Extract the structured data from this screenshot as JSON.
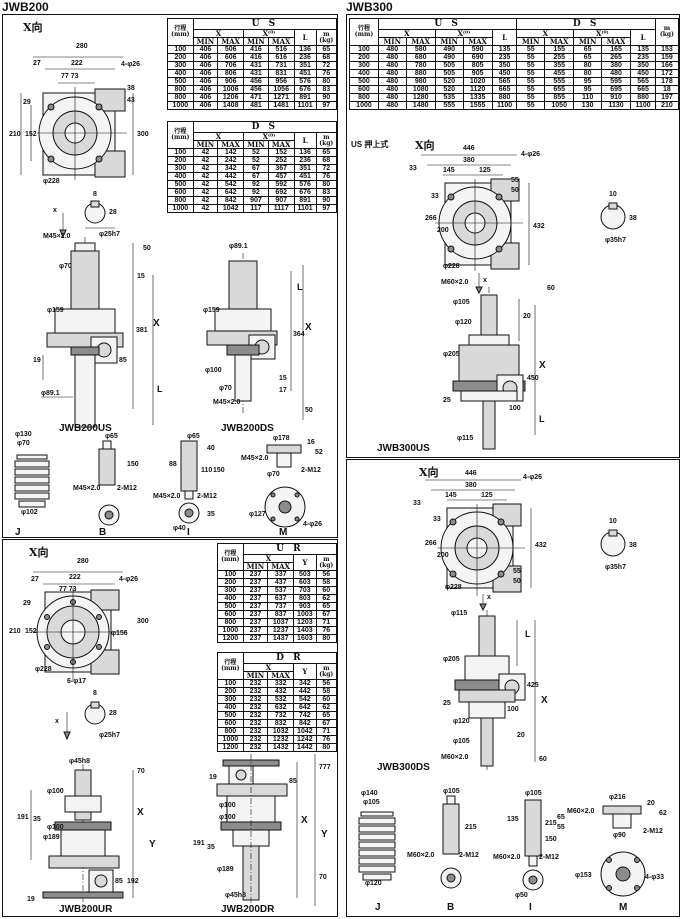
{
  "headers": {
    "left": "JWB200",
    "right": "JWB300"
  },
  "common": {
    "xview": "X向",
    "x": "X",
    "xsmall": "x",
    "L": "L",
    "Y": "Y"
  },
  "jwb200": {
    "top_dims": {
      "w280": "280",
      "w222": "222",
      "w27": "27",
      "w77": "77",
      "w73": "73",
      "bolt": "4-φ26",
      "h29": "29",
      "h210": "210",
      "h152": "152",
      "h300": "300",
      "h38": "38",
      "h43": "43",
      "d228": "φ228",
      "k8": "8",
      "k28": "28",
      "shaft": "φ25h7"
    },
    "us_table": {
      "title_top": "U S",
      "title_bottom": "D S",
      "h_stroke": "行程",
      "h_mm": "(mm)",
      "h_x": "X",
      "h_xo": "X⁽⁰⁾",
      "h_min": "MIN",
      "h_max": "MAX",
      "h_L": "L",
      "h_m": "m",
      "h_kg": "(kg)",
      "rows": [
        [
          "100",
          "406",
          "506",
          "416",
          "516",
          "136",
          "65"
        ],
        [
          "200",
          "406",
          "606",
          "416",
          "616",
          "236",
          "68"
        ],
        [
          "300",
          "406",
          "706",
          "431",
          "731",
          "351",
          "72"
        ],
        [
          "400",
          "406",
          "806",
          "431",
          "831",
          "451",
          "76"
        ],
        [
          "500",
          "406",
          "906",
          "456",
          "956",
          "576",
          "80"
        ],
        [
          "800",
          "406",
          "1006",
          "456",
          "1056",
          "676",
          "83"
        ],
        [
          "800",
          "406",
          "1206",
          "471",
          "1271",
          "891",
          "90"
        ],
        [
          "1000",
          "406",
          "1408",
          "481",
          "1481",
          "1101",
          "97"
        ]
      ]
    },
    "ds_table": {
      "rows": [
        [
          "100",
          "42",
          "142",
          "52",
          "152",
          "136",
          "65"
        ],
        [
          "200",
          "42",
          "242",
          "52",
          "252",
          "236",
          "68"
        ],
        [
          "300",
          "42",
          "342",
          "67",
          "367",
          "351",
          "72"
        ],
        [
          "400",
          "42",
          "442",
          "67",
          "457",
          "451",
          "76"
        ],
        [
          "500",
          "42",
          "542",
          "92",
          "592",
          "576",
          "80"
        ],
        [
          "600",
          "42",
          "642",
          "92",
          "692",
          "676",
          "83"
        ],
        [
          "800",
          "42",
          "842",
          "907",
          "907",
          "891",
          "90"
        ],
        [
          "1000",
          "42",
          "1042",
          "117",
          "1117",
          "1101",
          "97"
        ]
      ]
    },
    "us_drawing": {
      "thread": "M45×2.0",
      "d70": "φ70",
      "d159": "φ159",
      "d891": "φ89.1",
      "h50": "50",
      "h15": "15",
      "h381": "381",
      "h19": "19",
      "h85": "85",
      "caption": "JWB200US"
    },
    "ds_drawing": {
      "d891": "φ89.1",
      "d159": "φ159",
      "d100": "φ100",
      "d70": "φ70",
      "thread": "M45×2.0",
      "h364": "364",
      "h15": "15",
      "h17": "17",
      "h50": "50",
      "caption": "JWB200DS"
    },
    "acc": {
      "j_d130": "φ130",
      "j_d70": "φ70",
      "j_d102": "φ102",
      "b_d65": "φ65",
      "b_h150": "150",
      "b_thread": "M45×2.0",
      "b_bolt": "2-M12",
      "i_d65": "φ65",
      "i_h88": "88",
      "i_h40": "40",
      "i_h110": "110",
      "i_h150": "150",
      "i_thread": "M45×2.0",
      "i_bolt": "2-M12",
      "i_d40": "φ40",
      "i_h35": "35",
      "m_d178": "φ178",
      "m_h16": "16",
      "m_h52": "52",
      "m_thread": "M45×2.0",
      "m_bolt": "2-M12",
      "m_d70": "φ70",
      "m_d127": "φ127",
      "m_holes": "4-φ26",
      "J": "J",
      "B": "B",
      "I": "I",
      "M": "M"
    },
    "ur_top_dims": {
      "w280": "280",
      "w222": "222",
      "w27": "27",
      "w77": "77",
      "w73": "73",
      "bolt": "4-φ26",
      "h29": "29",
      "h210": "210",
      "h152": "152",
      "h300": "300",
      "d156": "φ156",
      "d228": "φ228",
      "holes6": "6-φ17",
      "k8": "8",
      "k28": "28",
      "shaft": "φ25h7"
    },
    "ur_table": {
      "title_top": "U R",
      "title_bottom": "D R",
      "h_stroke": "行程",
      "h_mm": "(mm)",
      "h_x": "X",
      "h_min": "MIN",
      "h_max": "MAX",
      "h_y": "Y",
      "h_m": "m",
      "h_kg": "(kg)",
      "rows": [
        [
          "100",
          "237",
          "337",
          "503",
          "56"
        ],
        [
          "200",
          "237",
          "437",
          "603",
          "58"
        ],
        [
          "300",
          "237",
          "537",
          "703",
          "60"
        ],
        [
          "400",
          "237",
          "637",
          "803",
          "62"
        ],
        [
          "500",
          "237",
          "737",
          "903",
          "65"
        ],
        [
          "600",
          "237",
          "837",
          "1003",
          "67"
        ],
        [
          "800",
          "237",
          "1037",
          "1203",
          "71"
        ],
        [
          "1000",
          "237",
          "1237",
          "1403",
          "76"
        ],
        [
          "1200",
          "237",
          "1437",
          "1603",
          "80"
        ]
      ]
    },
    "dr_table": {
      "rows": [
        [
          "100",
          "232",
          "332",
          "342",
          "56"
        ],
        [
          "200",
          "232",
          "432",
          "442",
          "58"
        ],
        [
          "300",
          "232",
          "532",
          "542",
          "60"
        ],
        [
          "400",
          "232",
          "632",
          "642",
          "62"
        ],
        [
          "500",
          "232",
          "732",
          "742",
          "65"
        ],
        [
          "600",
          "232",
          "832",
          "842",
          "67"
        ],
        [
          "800",
          "232",
          "1032",
          "1042",
          "71"
        ],
        [
          "1000",
          "232",
          "1232",
          "1242",
          "76"
        ],
        [
          "1200",
          "232",
          "1432",
          "1442",
          "80"
        ]
      ]
    },
    "ur_drawing": {
      "shaft": "φ45h8",
      "d100": "φ100",
      "d100b": "φ100",
      "d189": "φ189",
      "h70": "70",
      "h191": "191",
      "h35": "35",
      "h19": "19",
      "h85": "85",
      "h192": "192",
      "caption": "JWB200UR"
    },
    "dr_drawing": {
      "d100": "φ100",
      "d100b": "φ100",
      "d189": "φ189",
      "shaft": "φ45h8",
      "h19": "19",
      "h85": "85",
      "h777": "777",
      "h191": "191",
      "h35": "35",
      "h70": "70",
      "caption": "JWB200DR"
    }
  },
  "jwb300": {
    "table": {
      "title_us": "U S",
      "title_ds": "D S",
      "h_stroke": "行程",
      "h_mm": "(mm)",
      "h_x": "X",
      "h_xo": "X⁽⁰⁾",
      "h_min": "MIN",
      "h_max": "MAX",
      "h_L": "L",
      "h_m": "m",
      "h_kg": "(kg)",
      "rows": [
        [
          "100",
          "480",
          "580",
          "490",
          "590",
          "135",
          "55",
          "155",
          "65",
          "165",
          "135",
          "153"
        ],
        [
          "200",
          "480",
          "680",
          "490",
          "690",
          "235",
          "55",
          "255",
          "65",
          "265",
          "235",
          "159"
        ],
        [
          "300",
          "480",
          "780",
          "505",
          "805",
          "350",
          "55",
          "355",
          "80",
          "380",
          "350",
          "166"
        ],
        [
          "400",
          "480",
          "880",
          "505",
          "905",
          "450",
          "55",
          "455",
          "80",
          "480",
          "450",
          "172"
        ],
        [
          "500",
          "480",
          "980",
          "520",
          "1020",
          "565",
          "55",
          "555",
          "95",
          "595",
          "565",
          "178"
        ],
        [
          "600",
          "480",
          "1080",
          "520",
          "1120",
          "665",
          "55",
          "655",
          "95",
          "695",
          "665",
          "18"
        ],
        [
          "800",
          "480",
          "1280",
          "535",
          "1335",
          "880",
          "55",
          "855",
          "110",
          "910",
          "880",
          "197"
        ],
        [
          "1000",
          "480",
          "1480",
          "555",
          "1555",
          "1100",
          "55",
          "1050",
          "130",
          "1130",
          "1100",
          "210"
        ]
      ]
    },
    "us_top": {
      "label": "US 押上式",
      "w446": "446",
      "w380": "380",
      "w145": "145",
      "w125": "125",
      "w33": "33",
      "bolt": "4-φ26",
      "h33": "33",
      "h266": "266",
      "h200": "200",
      "h432": "432",
      "h55": "55",
      "h50": "50",
      "d228": "φ228",
      "k10": "10",
      "k38": "38",
      "shaft": "φ35h7"
    },
    "us_drawing": {
      "thread": "M60×2.0",
      "d105": "φ105",
      "d120": "φ120",
      "d205": "φ205",
      "d115": "φ115",
      "h60": "60",
      "h20": "20",
      "h450": "450",
      "h25": "25",
      "h100": "100",
      "caption": "JWB300US"
    },
    "ds_top": {
      "w446": "446",
      "w380": "380",
      "w145": "145",
      "w125": "125",
      "w33": "33",
      "bolt": "4-φ26",
      "h33": "33",
      "h266": "266",
      "h200": "200",
      "h432": "432",
      "h55": "55",
      "h50": "50",
      "d228": "φ228",
      "k10": "10",
      "k38": "38",
      "shaft": "φ35h7"
    },
    "ds_drawing": {
      "d115": "φ115",
      "d205": "φ205",
      "d120": "φ120",
      "d105": "φ105",
      "thread": "M60×2.0",
      "h425": "425",
      "h25": "25",
      "h100": "100",
      "h20": "20",
      "h60": "60",
      "caption": "JWB300DS"
    },
    "acc": {
      "j_d140": "φ140",
      "j_d105": "φ105",
      "j_d120": "φ120",
      "b_d105": "φ105",
      "b_h215": "215",
      "b_thread": "M60×2.0",
      "b_bolt": "2-M12",
      "i_d105": "φ105",
      "i_h135": "135",
      "i_h215": "215",
      "i_h150": "150",
      "i_h65": "65",
      "i_h55": "55",
      "i_thread": "M60×2.0",
      "i_bolt": "2-M12",
      "i_d50": "φ50",
      "m_d216": "φ216",
      "m_h20": "20",
      "m_h62": "62",
      "m_thread": "M60×2.0",
      "m_bolt": "2-M12",
      "m_d90": "φ90",
      "m_d153": "φ153",
      "m_holes": "4-φ33",
      "J": "J",
      "B": "B",
      "I": "I",
      "M": "M"
    }
  }
}
